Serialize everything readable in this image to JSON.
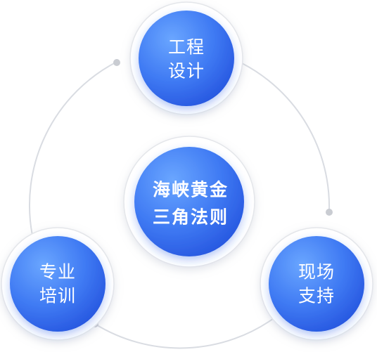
{
  "diagram": {
    "center": {
      "line1": "海峡黄金",
      "line2": "三角法则"
    },
    "top": {
      "line1": "工程",
      "line2": "设计"
    },
    "bottom_left": {
      "line1": "专业",
      "line2": "培训"
    },
    "bottom_right": {
      "line1": "现场",
      "line2": "支持"
    }
  },
  "colors": {
    "blue_light": "#5f9bfb",
    "blue_dark": "#2a5fe6",
    "ring_line": "#d9dce2",
    "dot": "#c9ccd2",
    "halo_border": "#e4e6ea"
  }
}
